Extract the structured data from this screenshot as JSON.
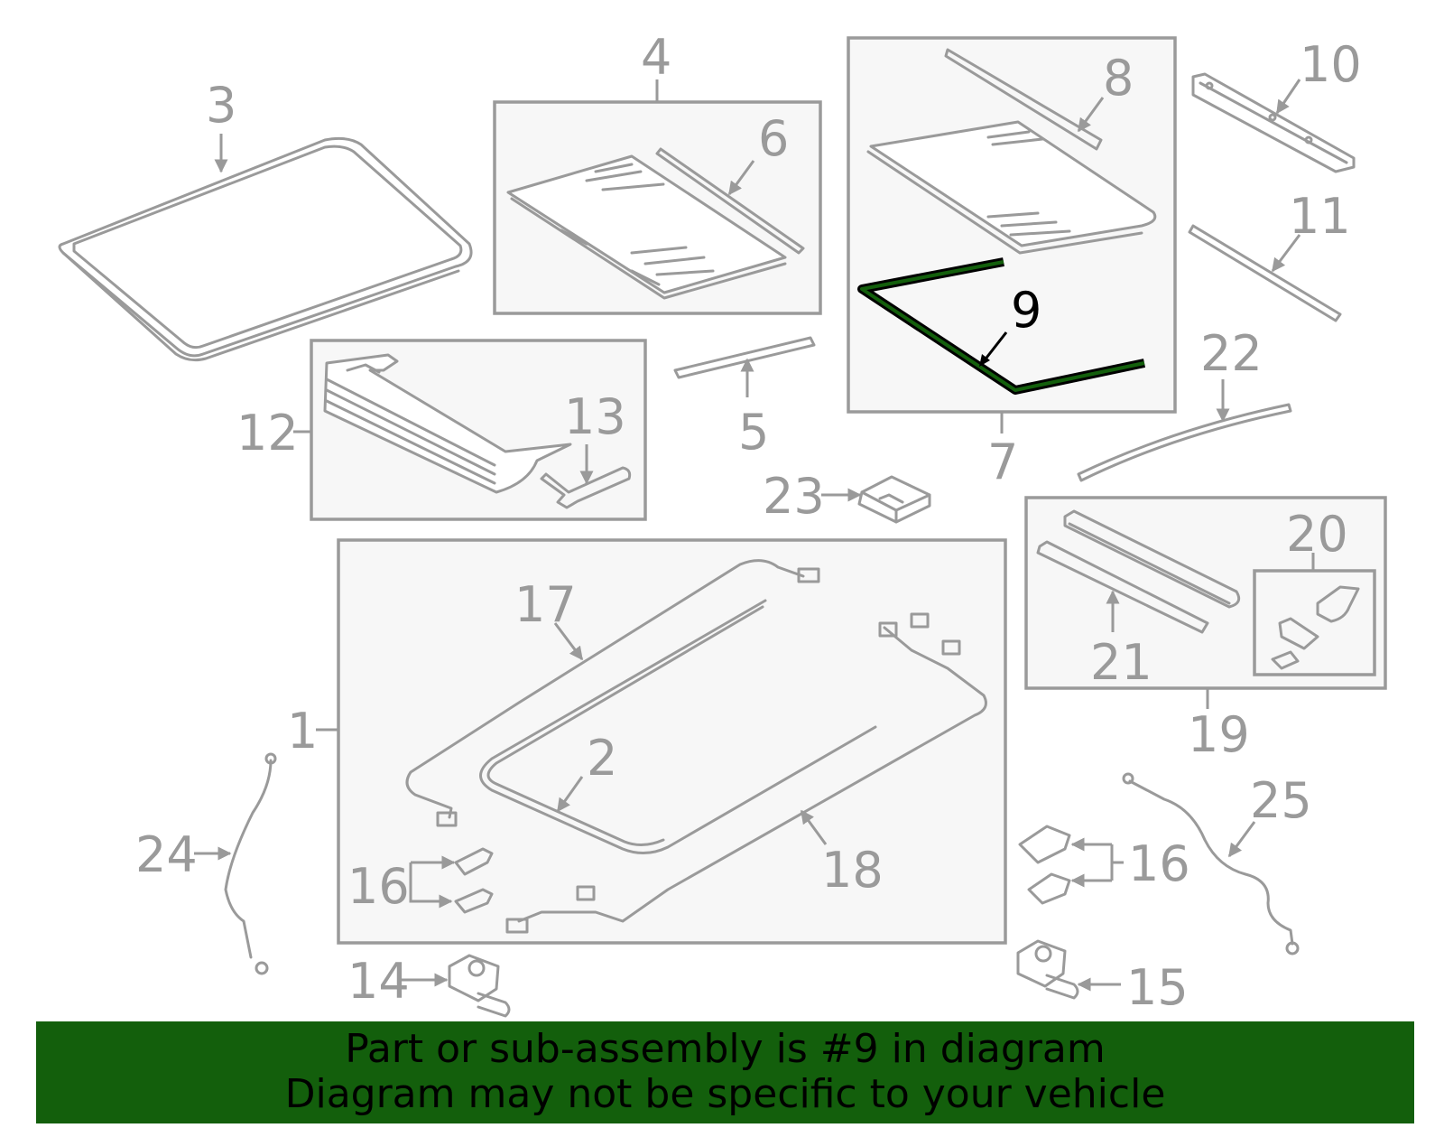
{
  "diagram": {
    "highlight_part": "9",
    "highlight_color": "#135f0c",
    "line_color": "#9a9a9a",
    "callouts": {
      "c1": "1",
      "c2": "2",
      "c3": "3",
      "c4": "4",
      "c5": "5",
      "c6": "6",
      "c7": "7",
      "c8": "8",
      "c9": "9",
      "c10": "10",
      "c11": "11",
      "c12": "12",
      "c13": "13",
      "c14": "14",
      "c15": "15",
      "c16a": "16",
      "c16b": "16",
      "c17": "17",
      "c18": "18",
      "c19": "19",
      "c20": "20",
      "c21": "21",
      "c22": "22",
      "c23": "23",
      "c24": "24",
      "c25": "25"
    }
  },
  "banner": {
    "line1": "Part or sub-assembly is #9 in diagram",
    "line2": "Diagram may not be specific to your vehicle",
    "background": "#135f0c"
  }
}
